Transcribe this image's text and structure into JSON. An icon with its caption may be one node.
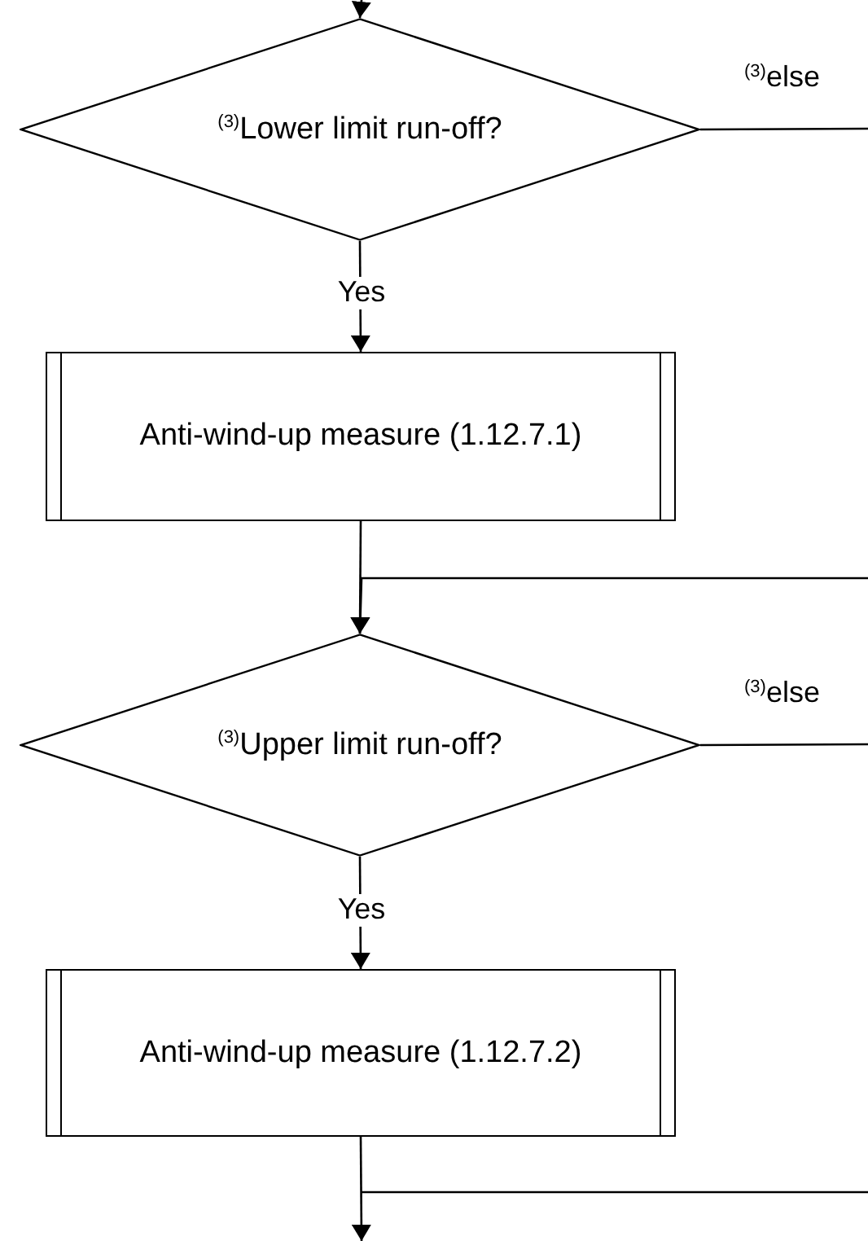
{
  "diagram": {
    "nodes": [
      {
        "text": [
          "$^{(3)}$Lower limit run-off?"
        ]
      },
      {
        "text": [
          "Anti-wind-up measure (1.12.7.1)"
        ]
      },
      {
        "text": [
          "$^{(3)}$Upper limit run-off?"
        ]
      },
      {
        "text": [
          "Anti-wind-up measure (1.12.7.2)"
        ]
      }
    ],
    "edges": [
      {
        "from": null,
        "to": 0,
        "arrow": "to"
      },
      {
        "from": 0,
        "to": null,
        "arrow": "none",
        "label": "$^{(3)}$else"
      },
      {
        "from": 0,
        "to": 1,
        "arrow": "to",
        "label": "Yes"
      },
      {
        "from": 1,
        "to": 2,
        "arrow": "to"
      },
      {
        "from": null,
        "to": 2,
        "arrow": "to"
      },
      {
        "from": 2,
        "to": null,
        "arrow": "none",
        "label": "$^{(3)}$else"
      },
      {
        "from": 2,
        "to": 3,
        "arrow": "to",
        "label": "Yes"
      },
      {
        "from": 3,
        "to": null,
        "arrow": "to"
      }
    ]
  }
}
